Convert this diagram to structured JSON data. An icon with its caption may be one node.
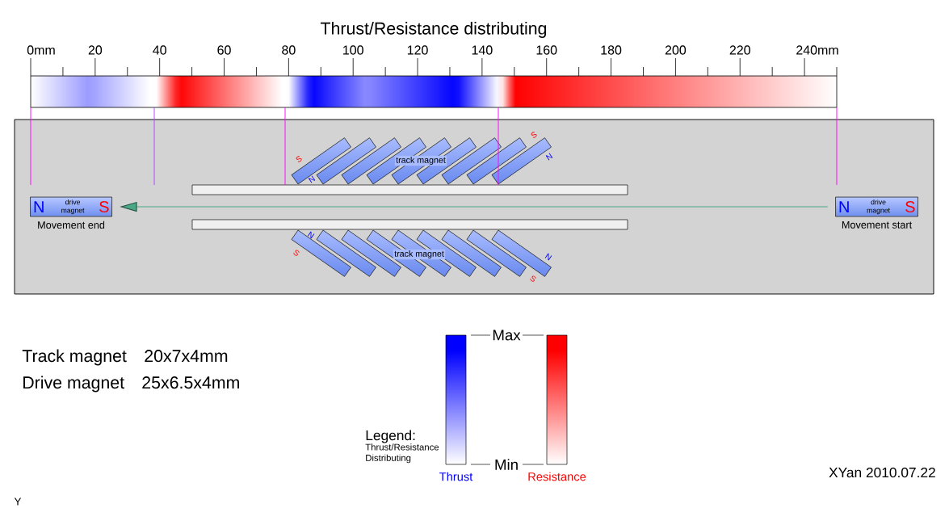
{
  "diagram": {
    "title": "Thrust/Resistance distributing",
    "nodes": [
      {
        "text": [],
        "shape": "box"
      },
      {
        "text": [
          "N",
          "drive magnet",
          "S"
        ],
        "beside": [
          "Movement end"
        ],
        "in": 0
      },
      {
        "text": [
          "N",
          "drive magnet",
          "S"
        ],
        "beside": [
          "Movement start"
        ],
        "in": 0
      }
    ],
    "edges": [
      {
        "from": 2,
        "to": 1,
        "arrow": "to",
        "color": "#4aa886"
      }
    ],
    "labels": [
      "0mm",
      "20",
      "40",
      "60",
      "80",
      "100",
      "120",
      "140",
      "160",
      "180",
      "200",
      "220",
      "240mm",
      "S",
      "N",
      "track magnet",
      "S",
      "N",
      "N",
      "S",
      "track magnet",
      "N",
      "S",
      "Track magnet",
      "20x7x4mm",
      "Drive magnet",
      "25x6.5x4mm",
      "Max",
      "Legend:",
      "Thrust/Resistance Distributing",
      "Min",
      "XYan 2010.07.22",
      "Y"
    ],
    "legend": [
      {
        "text": "Thrust",
        "color": "#0000ff"
      },
      {
        "text": "Resistance",
        "color": "#ff0000"
      }
    ]
  }
}
